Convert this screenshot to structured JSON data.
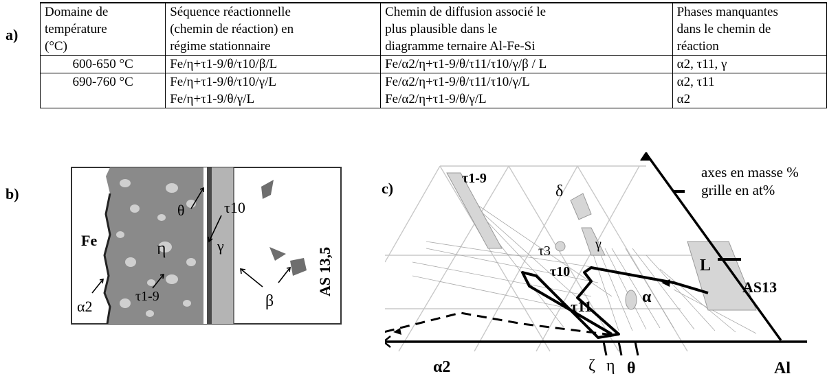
{
  "panel_labels": {
    "a": "a)",
    "b": "b)",
    "c": "c)"
  },
  "table": {
    "headers": [
      [
        "Domaine   de",
        "température",
        "(°C)"
      ],
      [
        "Séquence réactionnelle",
        "(chemin de réaction) en",
        "régime stationnaire"
      ],
      [
        "Chemin de diffusion associé le",
        "plus      plausible      dans      le",
        "diagramme ternaire Al-Fe-Si"
      ],
      [
        "Phases manquantes",
        "dans le chemin de",
        "réaction"
      ]
    ],
    "rows": [
      {
        "temperature": "600-650 °C",
        "sequence": [
          "Fe/η+τ1-9/θ/τ10/β/L"
        ],
        "path": [
          "Fe/α2/η+τ1-9/θ/τ11/τ10/γ/β / L"
        ],
        "missing": [
          "α2, τ11, γ"
        ]
      },
      {
        "temperature": "690-760 °C",
        "sequence": [
          "Fe/η+τ1-9/θ/τ10/γ/L",
          "Fe/η+τ1-9/θ/γ/L"
        ],
        "path": [
          "Fe/α2/η+τ1-9/θ/τ11/τ10/γ/L",
          "Fe/α2/η+τ1-9/θ/γ/L"
        ],
        "missing": [
          "α2, τ11",
          "α2"
        ]
      }
    ]
  },
  "micrograph": {
    "labels": {
      "fe": "Fe",
      "eta": "η",
      "theta": "θ",
      "tau10": "τ10",
      "gamma": "γ",
      "beta": "β",
      "alpha2": "α2",
      "tau19": "τ1-9",
      "alloy": "AS 13,5"
    }
  },
  "diagram": {
    "labels": {
      "tau19": "τ1-9",
      "delta": "δ",
      "tau3": "τ3",
      "gamma": "γ",
      "tau10": "τ10",
      "L": "L",
      "AS13": "AS13",
      "alpha": "α",
      "tau11": "τ11",
      "alpha2": "α2",
      "zeta": "ζ",
      "eta": "η",
      "theta": "θ",
      "Al": "Al"
    },
    "legend": [
      "axes en masse %",
      "grille en at%"
    ]
  }
}
